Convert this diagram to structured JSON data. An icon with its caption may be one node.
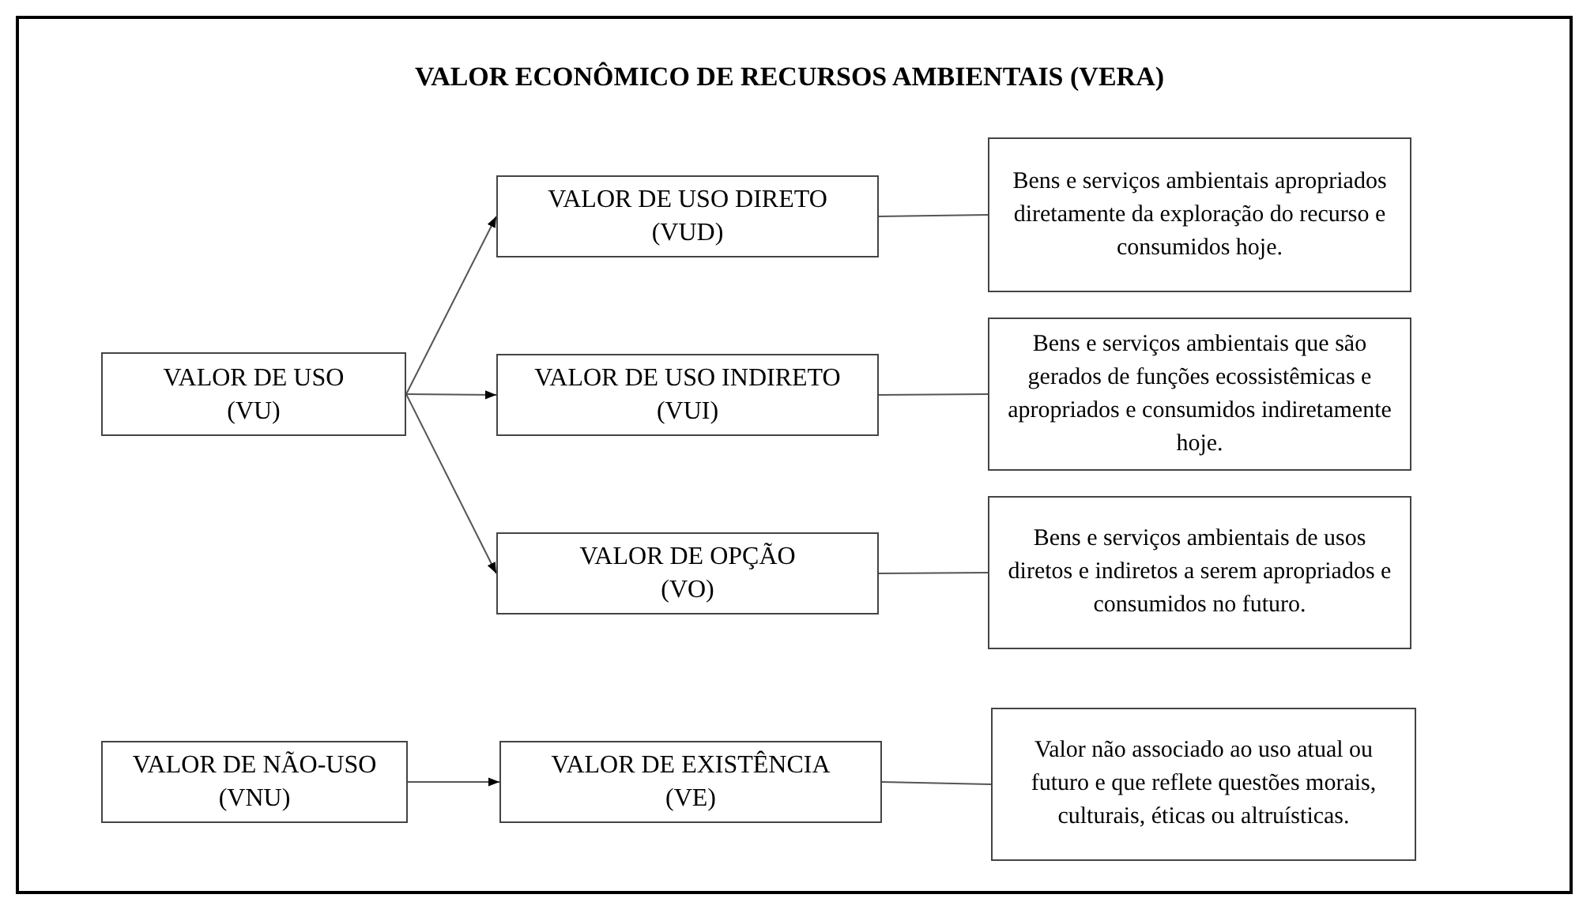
{
  "diagram": {
    "title": "VALOR ECONÔMICO DE RECURSOS AMBIENTAIS (VERA)",
    "nodes": [
      {
        "text": [
          "VALOR DE USO",
          "(VU)"
        ]
      },
      {
        "text": [
          "VALOR DE USO DIRETO",
          "(VUD)"
        ]
      },
      {
        "text": [
          "VALOR DE USO INDIRETO",
          "(VUI)"
        ]
      },
      {
        "text": [
          "VALOR DE OPÇÃO",
          "(VO)"
        ]
      },
      {
        "text": [
          "Bens e serviços ambientais apropriados diretamente da exploração do recurso e consumidos hoje."
        ]
      },
      {
        "text": [
          "Bens e serviços ambientais que são gerados de funções ecossistêmicas e apropriados e consumidos indiretamente hoje."
        ]
      },
      {
        "text": [
          "Bens e serviços ambientais de usos diretos e indiretos a serem apropriados e consumidos no futuro."
        ]
      },
      {
        "text": [
          "VALOR DE NÃO-USO",
          "(VNU)"
        ]
      },
      {
        "text": [
          "VALOR DE EXISTÊNCIA",
          "(VE)"
        ]
      },
      {
        "text": [
          "Valor não associado ao uso atual ou futuro e que reflete questões morais, culturais, éticas ou altruísticas."
        ]
      }
    ],
    "edges": [
      {
        "from": 0,
        "to": 1,
        "arrow": "to"
      },
      {
        "from": 0,
        "to": 2,
        "arrow": "to"
      },
      {
        "from": 0,
        "to": 3,
        "arrow": "to"
      },
      {
        "from": 1,
        "to": 4,
        "arrow": "none"
      },
      {
        "from": 2,
        "to": 5,
        "arrow": "none"
      },
      {
        "from": 3,
        "to": 6,
        "arrow": "none"
      },
      {
        "from": 7,
        "to": 8,
        "arrow": "to"
      },
      {
        "from": 8,
        "to": 9,
        "arrow": "none"
      }
    ]
  }
}
